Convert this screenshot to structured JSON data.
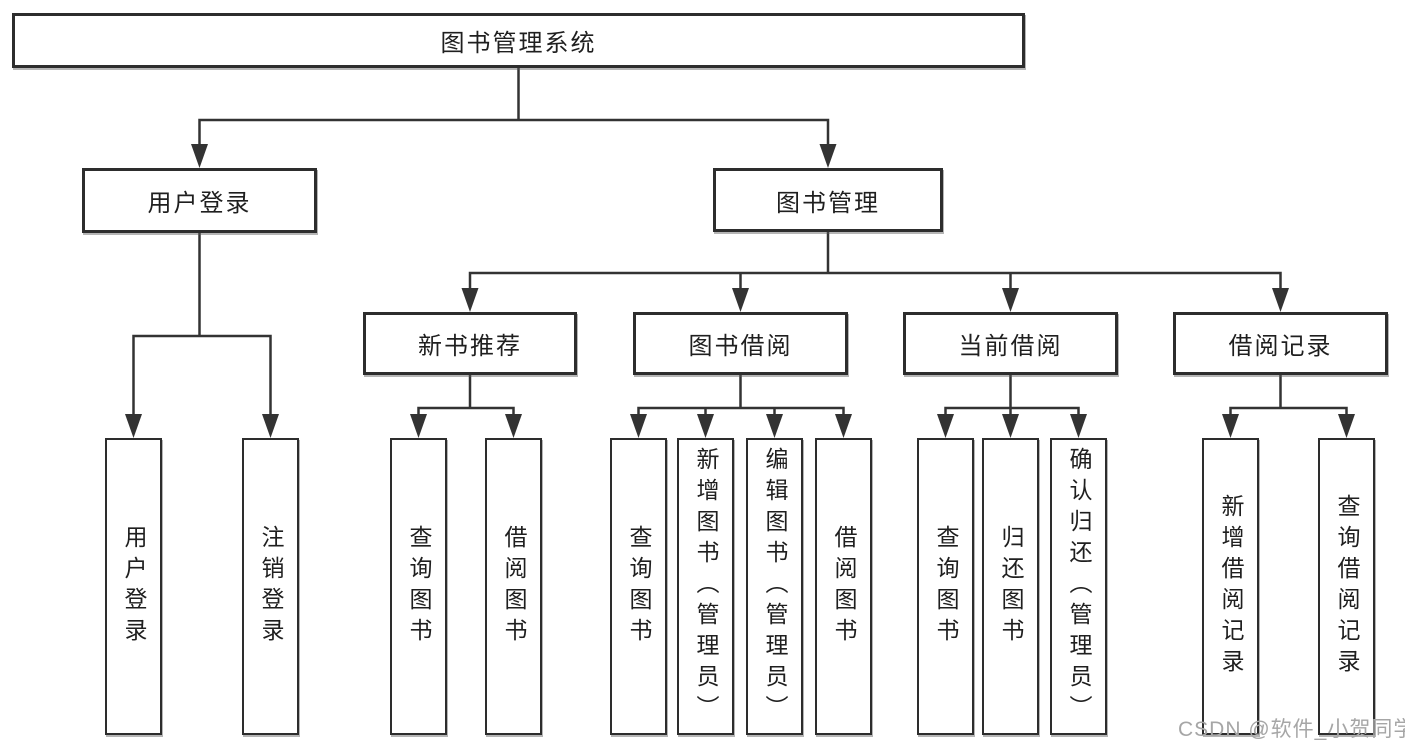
{
  "tree": {
    "label": "图书管理系统",
    "children": [
      {
        "label": "用户登录",
        "children": [
          {
            "label": "用户登录"
          },
          {
            "label": "注销登录"
          }
        ]
      },
      {
        "label": "图书管理",
        "children": [
          {
            "label": "新书推荐",
            "children": [
              {
                "label": "查询图书"
              },
              {
                "label": "借阅图书"
              }
            ]
          },
          {
            "label": "图书借阅",
            "children": [
              {
                "label": "查询图书"
              },
              {
                "label": "新增图书（管理员）"
              },
              {
                "label": "编辑图书（管理员）"
              },
              {
                "label": "借阅图书"
              }
            ]
          },
          {
            "label": "当前借阅",
            "children": [
              {
                "label": "查询图书"
              },
              {
                "label": "归还图书"
              },
              {
                "label": "确认归还（管理员）"
              }
            ]
          },
          {
            "label": "借阅记录",
            "children": [
              {
                "label": "新增借阅记录"
              },
              {
                "label": "查询借阅记录"
              }
            ]
          }
        ]
      }
    ]
  },
  "watermark": "CSDN @软件_小贺同学",
  "colors": {
    "line": "#333333",
    "box_border": "#2d2d2d",
    "text": "#1f1f1f",
    "watermark_text": "#a6a6a6",
    "background": "#ffffff"
  }
}
